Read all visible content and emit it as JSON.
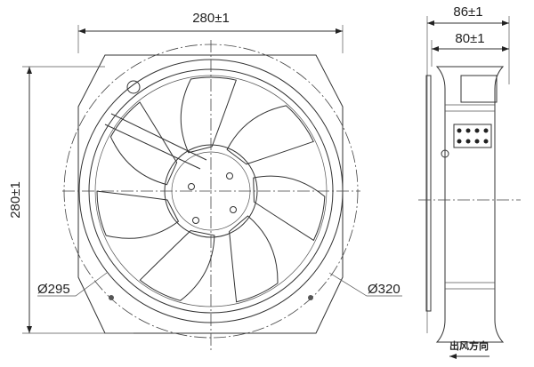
{
  "front_view": {
    "width_dim": "280±1",
    "height_dim": "280±1",
    "inner_diameter": "Ø295",
    "outer_diameter": "Ø320"
  },
  "side_view": {
    "overall_depth": "86±1",
    "body_depth": "80±1",
    "airflow_label": "出风方向"
  },
  "colors": {
    "line": "#333333",
    "background": "#ffffff"
  }
}
